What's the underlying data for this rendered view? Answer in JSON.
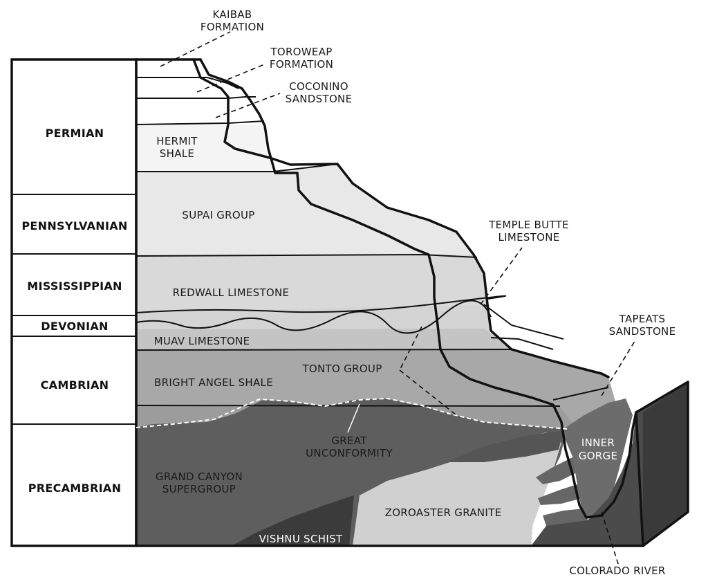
{
  "periods": [
    {
      "key": "permian",
      "label": "PERMIAN"
    },
    {
      "key": "pennsylvanian",
      "label": "PENNSYLVANIAN"
    },
    {
      "key": "mississippian",
      "label": "MISSISSIPPIAN"
    },
    {
      "key": "devonian",
      "label": "DEVONIAN"
    },
    {
      "key": "cambrian",
      "label": "CAMBRIAN"
    },
    {
      "key": "precambrian",
      "label": "PRECAMBRIAN"
    }
  ],
  "callouts": {
    "kaibab": [
      "KAIBAB",
      "FORMATION"
    ],
    "toroweap": [
      "TOROWEAP",
      "FORMATION"
    ],
    "coconino": [
      "COCONINO",
      "SANDSTONE"
    ],
    "temple_butte": [
      "TEMPLE BUTTE",
      "LIMESTONE"
    ],
    "tapeats": [
      "TAPEATS",
      "SANDSTONE"
    ],
    "colorado_river": "COLORADO RIVER"
  },
  "layers": {
    "hermit_shale": [
      "HERMIT",
      "SHALE"
    ],
    "supai_group": "SUPAI GROUP",
    "redwall_limestone": "REDWALL LIMESTONE",
    "muav_limestone": "MUAV LIMESTONE",
    "tonto_group": "TONTO GROUP",
    "bright_angel_shale": "BRIGHT ANGEL SHALE",
    "great_unconformity": [
      "GREAT",
      "UNCONFORMITY"
    ],
    "inner_gorge": [
      "INNER",
      "GORGE"
    ],
    "grand_canyon_supergroup": [
      "GRAND CANYON",
      "SUPERGROUP"
    ],
    "zoroaster_granite": "ZOROASTER GRANITE",
    "vishnu_schist": "VISHNU SCHIST"
  }
}
